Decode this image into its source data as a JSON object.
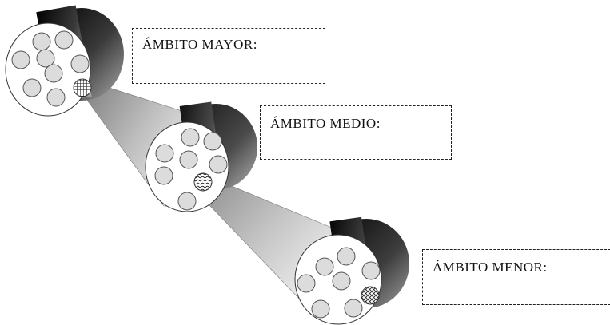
{
  "labels": {
    "mayor": "ÁMBITO MAYOR:",
    "medio": "ÁMBITO MEDIO:",
    "menor": "ÁMBITO MENOR:"
  },
  "colors": {
    "circle_fill": "#dcdcdc",
    "circle_stroke": "#555555",
    "tube_dark": "#0a0a0a",
    "tube_light": "#9a9a9a",
    "funnel_dark": "#8c8c8c",
    "funnel_light": "#f4f4f4",
    "box_border": "#222222"
  },
  "icons": {
    "highlight_mayor": "grid-hatch-pattern",
    "highlight_medio": "wavy-hatch-pattern",
    "highlight_menor": "crosshatch-pattern"
  }
}
